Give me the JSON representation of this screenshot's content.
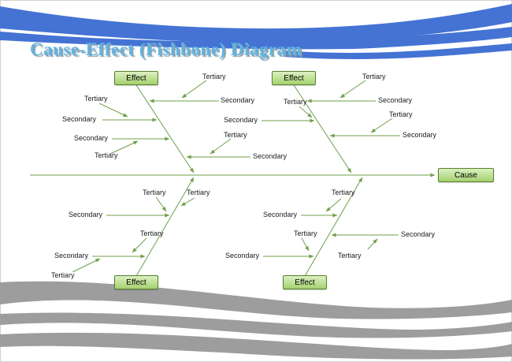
{
  "page": {
    "title": "Cause-Effect (Fishbone) Diagram"
  },
  "boxes": {
    "effect": "Effect",
    "cause": "Cause"
  },
  "branch_labels": {
    "secondary": "Secondary",
    "tertiary": "Tertiary"
  },
  "colors": {
    "wave-blue": "#4473d4",
    "wave-gray": "#9d9d9d",
    "title-blue": "#62b4e0",
    "title-shadow": "#8aa0ad",
    "line-green": "#6f9f4b",
    "box-border": "#55822c",
    "box-fill-top": "#dcf0c2",
    "box-fill-bottom": "#a5d16f",
    "label-text": "#1c1c1c"
  }
}
